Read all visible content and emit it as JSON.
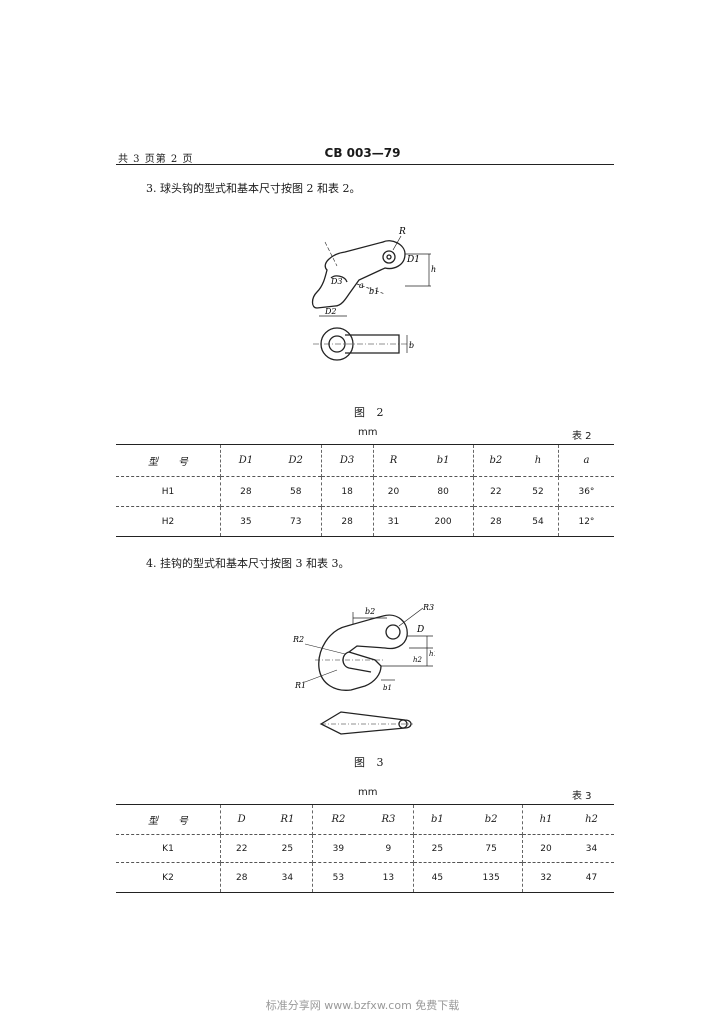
{
  "header": {
    "left": "共 3 页第 2 页",
    "center": "CB 003—79"
  },
  "section3": {
    "text": "3. 球头钩的型式和基本尺寸按图 2 和表 2。",
    "figure_caption": "图 2",
    "figure_labels": [
      "R",
      "D1",
      "h",
      "D3",
      "a",
      "b1",
      "D2",
      "b"
    ],
    "table_unit": "mm",
    "table_label": "表 2",
    "columns": [
      "型　　号",
      "D1",
      "D2",
      "D3",
      "R",
      "b1",
      "b2",
      "h",
      "a"
    ],
    "rows": [
      [
        "H1",
        "28",
        "58",
        "18",
        "20",
        "80",
        "22",
        "52",
        "36°"
      ],
      [
        "H2",
        "35",
        "73",
        "28",
        "31",
        "200",
        "28",
        "54",
        "12°"
      ]
    ]
  },
  "section4": {
    "text": "4. 挂钩的型式和基本尺寸按图 3 和表 3。",
    "figure_caption": "图 3",
    "figure_labels": [
      "b2",
      "R3",
      "R2",
      "D",
      "R1",
      "h1",
      "h2",
      "b1"
    ],
    "table_unit": "mm",
    "table_label": "表 3",
    "columns": [
      "型　　号",
      "D",
      "R1",
      "R2",
      "R3",
      "b1",
      "b2",
      "h1",
      "h2"
    ],
    "rows": [
      [
        "K1",
        "22",
        "25",
        "39",
        "9",
        "25",
        "75",
        "20",
        "34"
      ],
      [
        "K2",
        "28",
        "34",
        "53",
        "13",
        "45",
        "135",
        "32",
        "47"
      ]
    ]
  },
  "footer": "标准分享网 www.bzfxw.com 免费下载"
}
